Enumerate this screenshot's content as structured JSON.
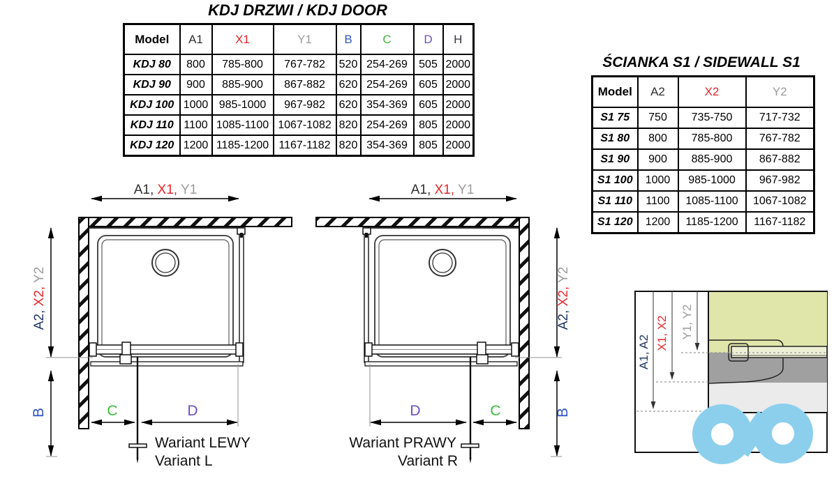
{
  "colors": {
    "red": "#e8262b",
    "gray": "#9b9b9b",
    "blue": "#3355c8",
    "green": "#3cb93c",
    "purple": "#6a4ec9",
    "navy": "#1f3864",
    "dark": "#2f2f2f",
    "h_dark": "#36363f",
    "logo_blue": "#8ccfed",
    "section_green": "#e0e5aa",
    "section_gray": "#a0a0a0",
    "section_light": "#ebebeb"
  },
  "door_table": {
    "title": "KDJ DRZWI / KDJ DOOR",
    "columns": [
      {
        "label": "Model",
        "color": "#000000"
      },
      {
        "label": "A1",
        "color": "#2f2f2f"
      },
      {
        "label": "X1",
        "color": "#e8262b"
      },
      {
        "label": "Y1",
        "color": "#9b9b9b"
      },
      {
        "label": "B",
        "color": "#3355c8"
      },
      {
        "label": "C",
        "color": "#3cb93c"
      },
      {
        "label": "D",
        "color": "#6a4ec9"
      },
      {
        "label": "H",
        "color": "#36363f"
      }
    ],
    "rows": [
      [
        "KDJ 80",
        "800",
        "785-800",
        "767-782",
        "520",
        "254-269",
        "505",
        "2000"
      ],
      [
        "KDJ 90",
        "900",
        "885-900",
        "867-882",
        "620",
        "254-269",
        "605",
        "2000"
      ],
      [
        "KDJ 100",
        "1000",
        "985-1000",
        "967-982",
        "620",
        "354-369",
        "605",
        "2000"
      ],
      [
        "KDJ 110",
        "1100",
        "1085-1100",
        "1067-1082",
        "820",
        "254-269",
        "805",
        "2000"
      ],
      [
        "KDJ 120",
        "1200",
        "1185-1200",
        "1167-1182",
        "820",
        "354-369",
        "805",
        "2000"
      ]
    ]
  },
  "sidewall_table": {
    "title": "ŚCIANKA S1 / SIDEWALL S1",
    "columns": [
      {
        "label": "Model",
        "color": "#000000"
      },
      {
        "label": "A2",
        "color": "#2f2f2f"
      },
      {
        "label": "X2",
        "color": "#e8262b"
      },
      {
        "label": "Y2",
        "color": "#9b9b9b"
      }
    ],
    "rows": [
      [
        "S1 75",
        "750",
        "735-750",
        "717-732"
      ],
      [
        "S1 80",
        "800",
        "785-800",
        "767-782"
      ],
      [
        "S1 90",
        "900",
        "885-900",
        "867-882"
      ],
      [
        "S1 100",
        "1000",
        "985-1000",
        "967-982"
      ],
      [
        "S1 110",
        "1100",
        "1085-1100",
        "1067-1082"
      ],
      [
        "S1 120",
        "1200",
        "1185-1200",
        "1167-1182"
      ]
    ]
  },
  "dims": {
    "a1": "A1, ",
    "x1": "X1, ",
    "y1": "Y1",
    "a2": "A2, ",
    "x2": "X2, ",
    "y2": "Y2",
    "b": "B",
    "c": "C",
    "d": "D"
  },
  "detail_labels": {
    "a": "A1, A2",
    "x": "X1, X2",
    "y": "Y1, Y2"
  },
  "variants": {
    "left": {
      "line1": "Wariant LEWY",
      "line2": "Variant L"
    },
    "right": {
      "line1": "Wariant PRAWY",
      "line2": "Variant R"
    }
  }
}
